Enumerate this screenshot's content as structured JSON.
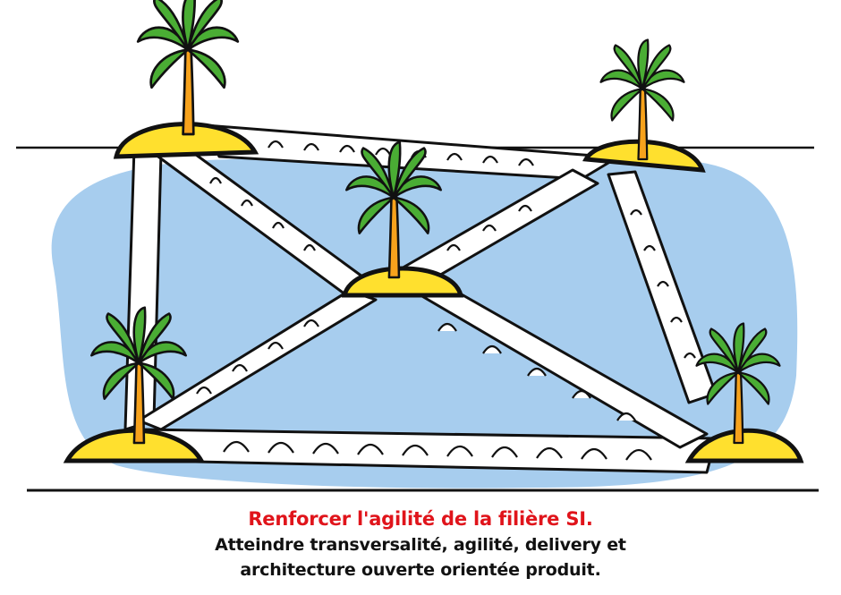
{
  "caption": {
    "title": "Renforcer l'agilité de la filière SI.",
    "line1": "Atteindre transversalité, agilité,  delivery et",
    "line2": "architecture ouverte orientée produit."
  },
  "colors": {
    "water": "#a7cdee",
    "sand": "#ffe02e",
    "leaf": "#4aad34",
    "trunk": "#f7a21c",
    "outline": "#111111",
    "title": "#e0141b"
  }
}
